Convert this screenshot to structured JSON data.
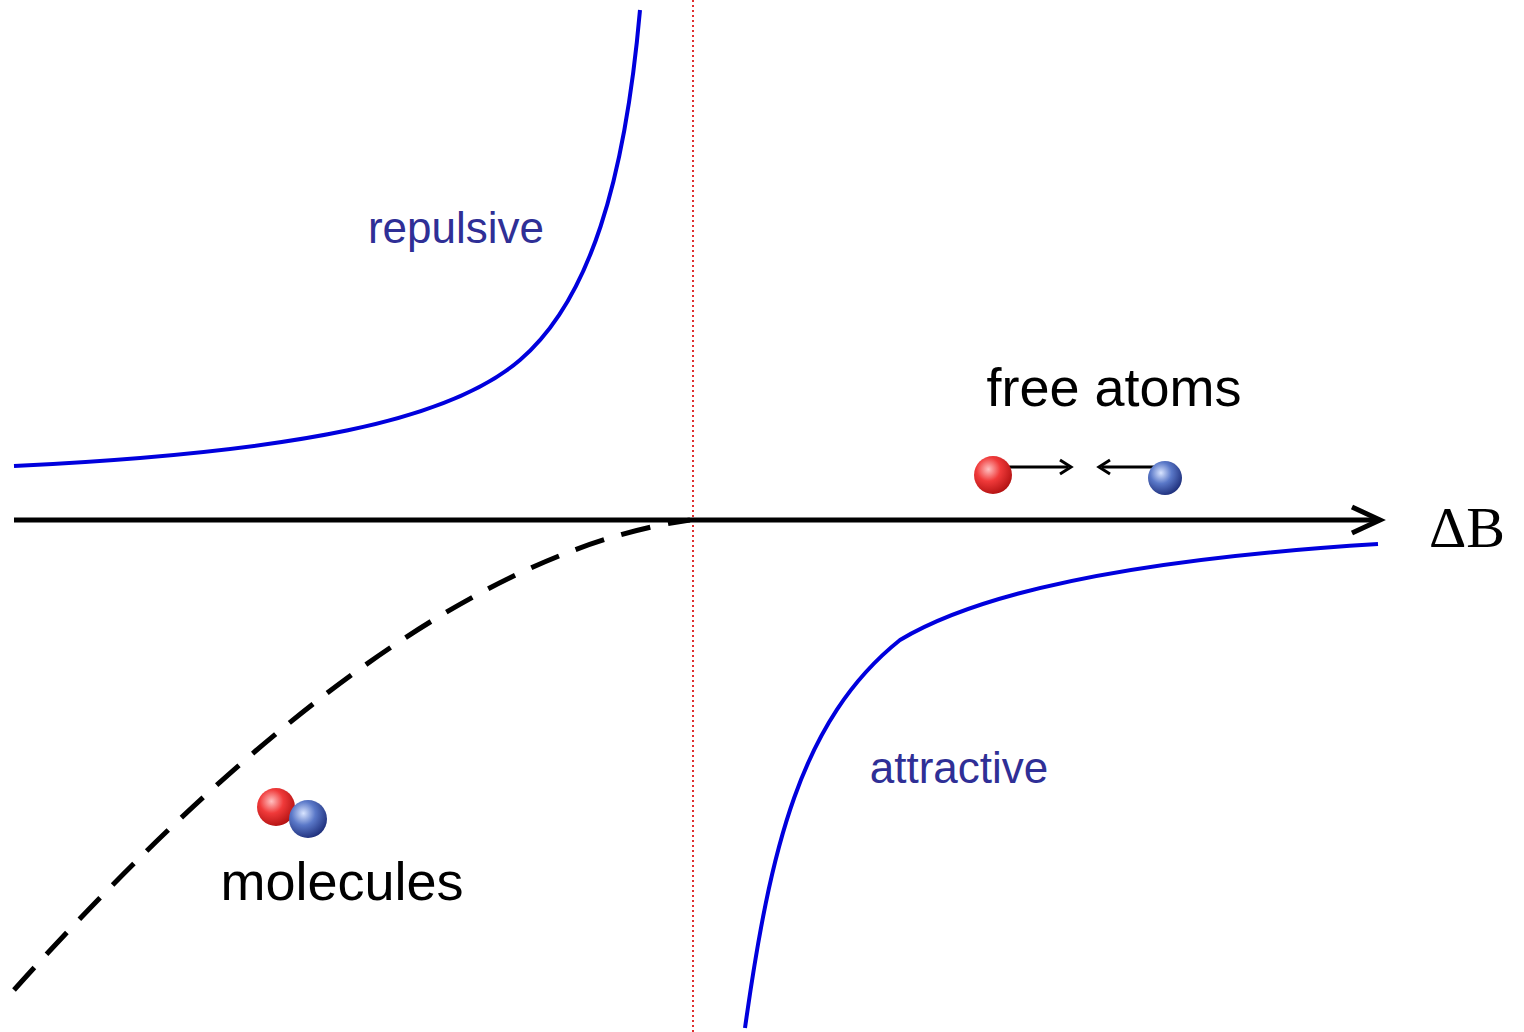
{
  "diagram": {
    "labels": [
      "repulsive",
      "free atoms",
      "ΔB",
      "attractive",
      "molecules"
    ]
  }
}
